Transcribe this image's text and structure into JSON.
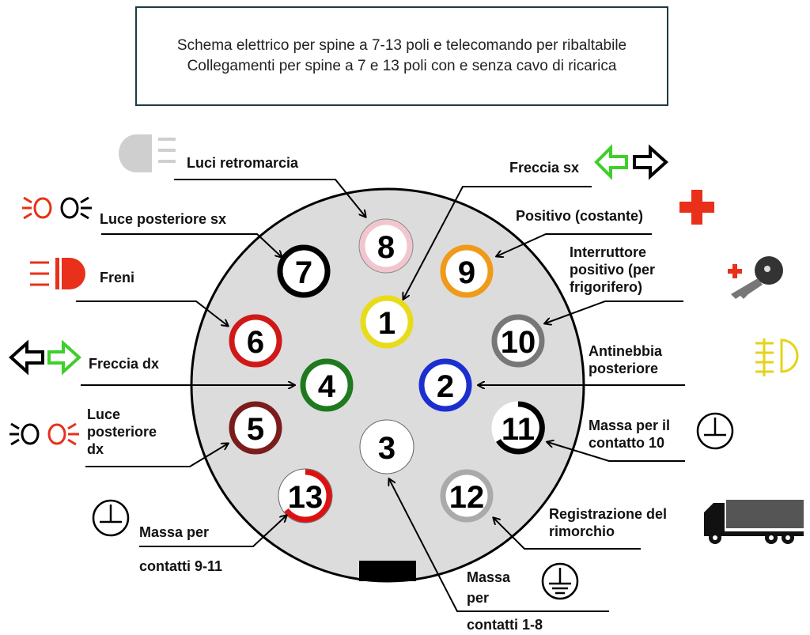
{
  "header": {
    "line1": "Schema elettrico per spine a 7-13 poli e telecomando per ribaltabile",
    "line2": "Collegamenti per spine a 7 e 13 poli con e senza cavo di ricarica"
  },
  "pins": [
    {
      "num": "1",
      "color": "#e8dc1a"
    },
    {
      "num": "2",
      "color": "#1b2fd0"
    },
    {
      "num": "3",
      "color": "#ffffff"
    },
    {
      "num": "4",
      "color": "#1f7a1f"
    },
    {
      "num": "5",
      "color": "#7a1c1c"
    },
    {
      "num": "6",
      "color": "#d01818"
    },
    {
      "num": "7",
      "color": "#000000"
    },
    {
      "num": "8",
      "color": "#f2c6cf"
    },
    {
      "num": "9",
      "color": "#f09a1a"
    },
    {
      "num": "10",
      "color": "#777777"
    },
    {
      "num": "11",
      "color": "#000000"
    },
    {
      "num": "12",
      "color": "#aaaaaa"
    },
    {
      "num": "13",
      "color": "#dd1111"
    }
  ],
  "labels": {
    "luci_retromarcia": "Luci retromarcia",
    "luce_posteriore_sx": "Luce posteriore sx",
    "freni": "Freni",
    "freccia_dx": "Freccia dx",
    "luce_posteriore_dx": [
      "Luce",
      "posteriore",
      "dx"
    ],
    "massa_9_11": [
      "Massa per",
      "contatti 9-11"
    ],
    "freccia_sx": "Freccia sx",
    "positivo_costante": "Positivo (costante)",
    "interruttore_positivo": [
      "Interruttore",
      "positivo (per",
      "frigorifero)"
    ],
    "antinebbia": [
      "Antinebbia",
      "posteriore"
    ],
    "massa_10": [
      "Massa per il",
      "contatto 10"
    ],
    "registrazione": [
      "Registrazione del",
      "rimorchio"
    ],
    "massa_1_8": [
      "Massa",
      "per",
      "contatti 1-8"
    ]
  },
  "colors": {
    "plug_face": "#dcdcdc",
    "icon_red": "#e8301a",
    "icon_green": "#3ecf2a",
    "icon_yellow": "#e6d21a",
    "icon_grey": "#bbbbbb"
  }
}
